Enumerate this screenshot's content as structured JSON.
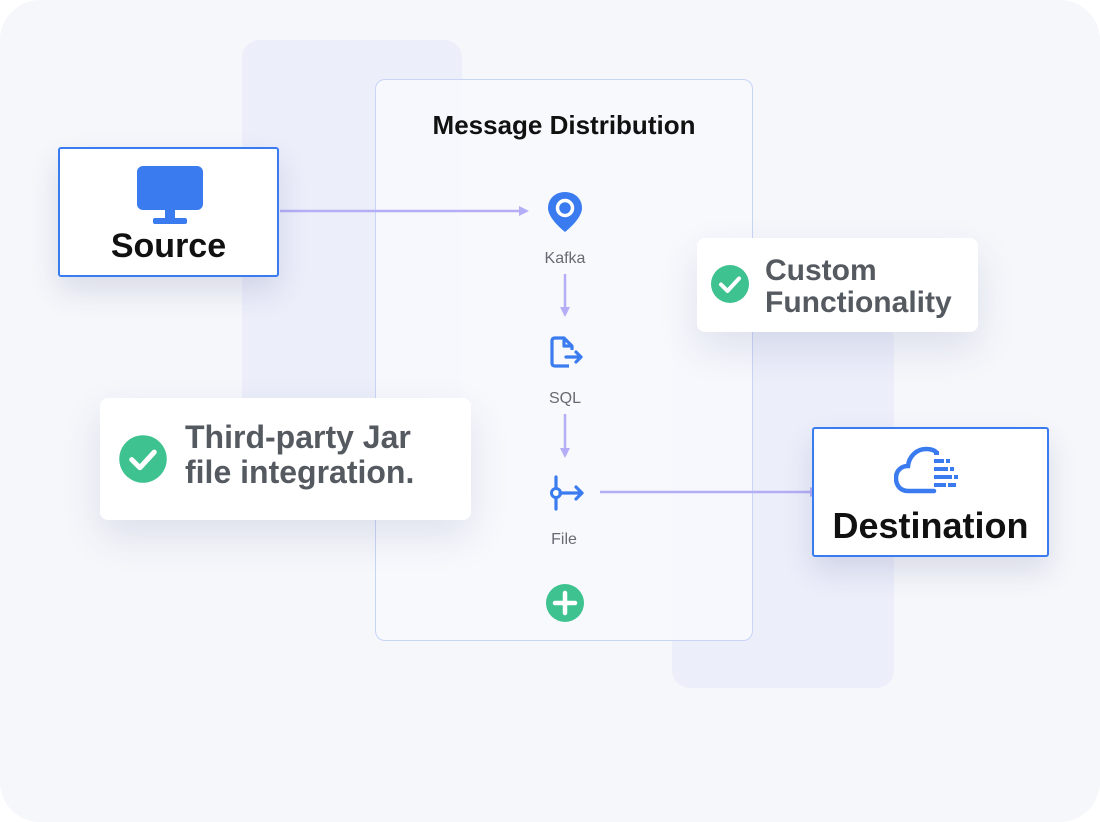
{
  "diagram": {
    "title": "Message Distribution",
    "source": {
      "label": "Source",
      "icon": "monitor-icon"
    },
    "destination": {
      "label": "Destination",
      "icon": "cloud-data-icon"
    },
    "steps": [
      {
        "label": "Kafka",
        "icon": "location-pin-icon"
      },
      {
        "label": "SQL",
        "icon": "file-export-icon"
      },
      {
        "label": "File",
        "icon": "branch-output-icon"
      }
    ],
    "add_step_icon": "plus-circle-icon",
    "features": [
      {
        "line1": "Custom",
        "line2": "Functionality",
        "icon": "check-circle-icon"
      },
      {
        "line1": "Third-party Jar",
        "line2": "file integration.",
        "icon": "check-circle-icon"
      }
    ],
    "colors": {
      "primary_blue": "#3a7cf0",
      "arrow": "#b3aef5",
      "check_green": "#3ec28f",
      "panel_border": "#c9d5f5"
    }
  }
}
